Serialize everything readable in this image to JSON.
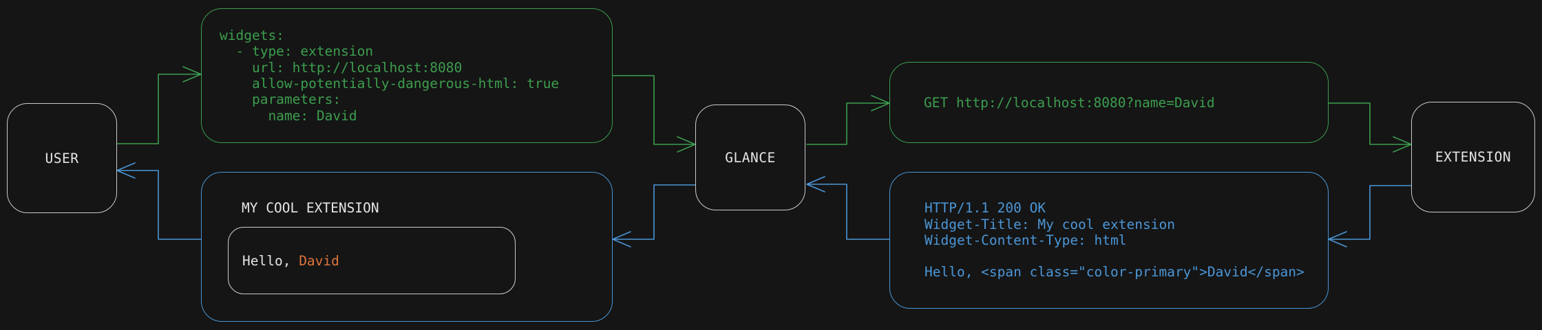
{
  "diagram": {
    "nodes": {
      "user": {
        "label": "USER"
      },
      "glance": {
        "label": "GLANCE"
      },
      "extension": {
        "label": "EXTENSION"
      }
    },
    "config_box": {
      "lines": [
        "widgets:",
        "  - type: extension",
        "    url: http://localhost:8080",
        "    allow-potentially-dangerous-html: true",
        "    parameters:",
        "      name: David"
      ]
    },
    "request_box": {
      "text": "GET http://localhost:8080?name=David"
    },
    "response_box": {
      "lines": [
        "HTTP/1.1 200 OK",
        "Widget-Title: My cool extension",
        "Widget-Content-Type: html",
        "",
        "Hello, <span class=\"color-primary\">David</span>"
      ]
    },
    "widget_box": {
      "title": "MY COOL EXTENSION",
      "greeting_prefix": "Hello, ",
      "greeting_name": "David"
    },
    "colors": {
      "request_green": "#3c9e4e",
      "response_blue": "#4b96d7",
      "accent_orange": "#dd763c",
      "foreground": "#e4e6e3",
      "node_border": "#cbcbcb",
      "background": "#151515"
    }
  }
}
